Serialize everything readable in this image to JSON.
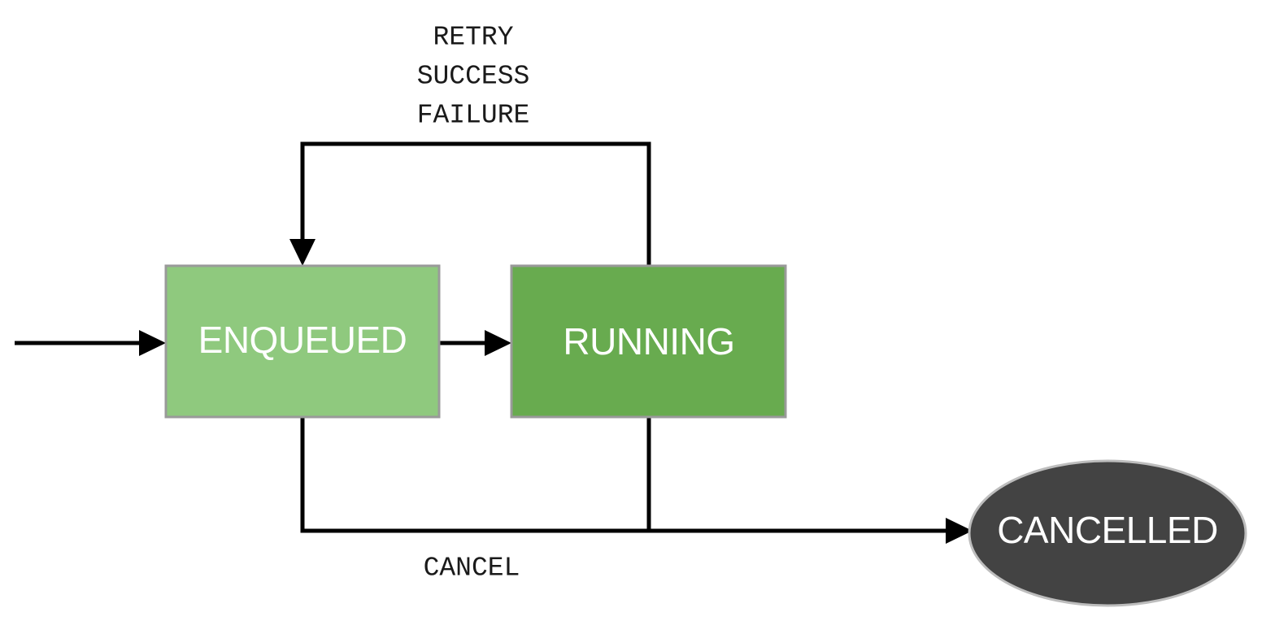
{
  "diagram": {
    "type": "state-machine-flowchart",
    "background_color": "#ffffff",
    "nodes": [
      {
        "id": "enqueued",
        "label": "ENQUEUED",
        "shape": "rectangle",
        "fill": "#8fc97e",
        "border": "#9a9a9a",
        "text_color": "#ffffff"
      },
      {
        "id": "running",
        "label": "RUNNING",
        "shape": "rectangle",
        "fill": "#68ab4f",
        "border": "#9a9a9a",
        "text_color": "#ffffff"
      },
      {
        "id": "cancelled",
        "label": "CANCELLED",
        "shape": "ellipse",
        "fill": "#434343",
        "border": "#bdbdbd",
        "text_color": "#ffffff"
      }
    ],
    "edge_color": "#000000",
    "edges": [
      {
        "id": "start-to-enqueued",
        "from": "start",
        "to": "enqueued",
        "label": ""
      },
      {
        "id": "enqueued-to-running",
        "from": "enqueued",
        "to": "running",
        "label": ""
      },
      {
        "id": "running-to-enqueued",
        "from": "running",
        "to": "enqueued",
        "label": "RETRY SUCCESS FAILURE"
      },
      {
        "id": "enqueued-to-cancelled",
        "from": "enqueued",
        "to": "cancelled",
        "label": "CANCEL"
      },
      {
        "id": "running-to-cancelled",
        "from": "running",
        "to": "cancelled",
        "label": "CANCEL"
      }
    ],
    "labels": {
      "retry": "RETRY",
      "success": "SUCCESS",
      "failure": "FAILURE",
      "cancel": "CANCEL"
    }
  }
}
